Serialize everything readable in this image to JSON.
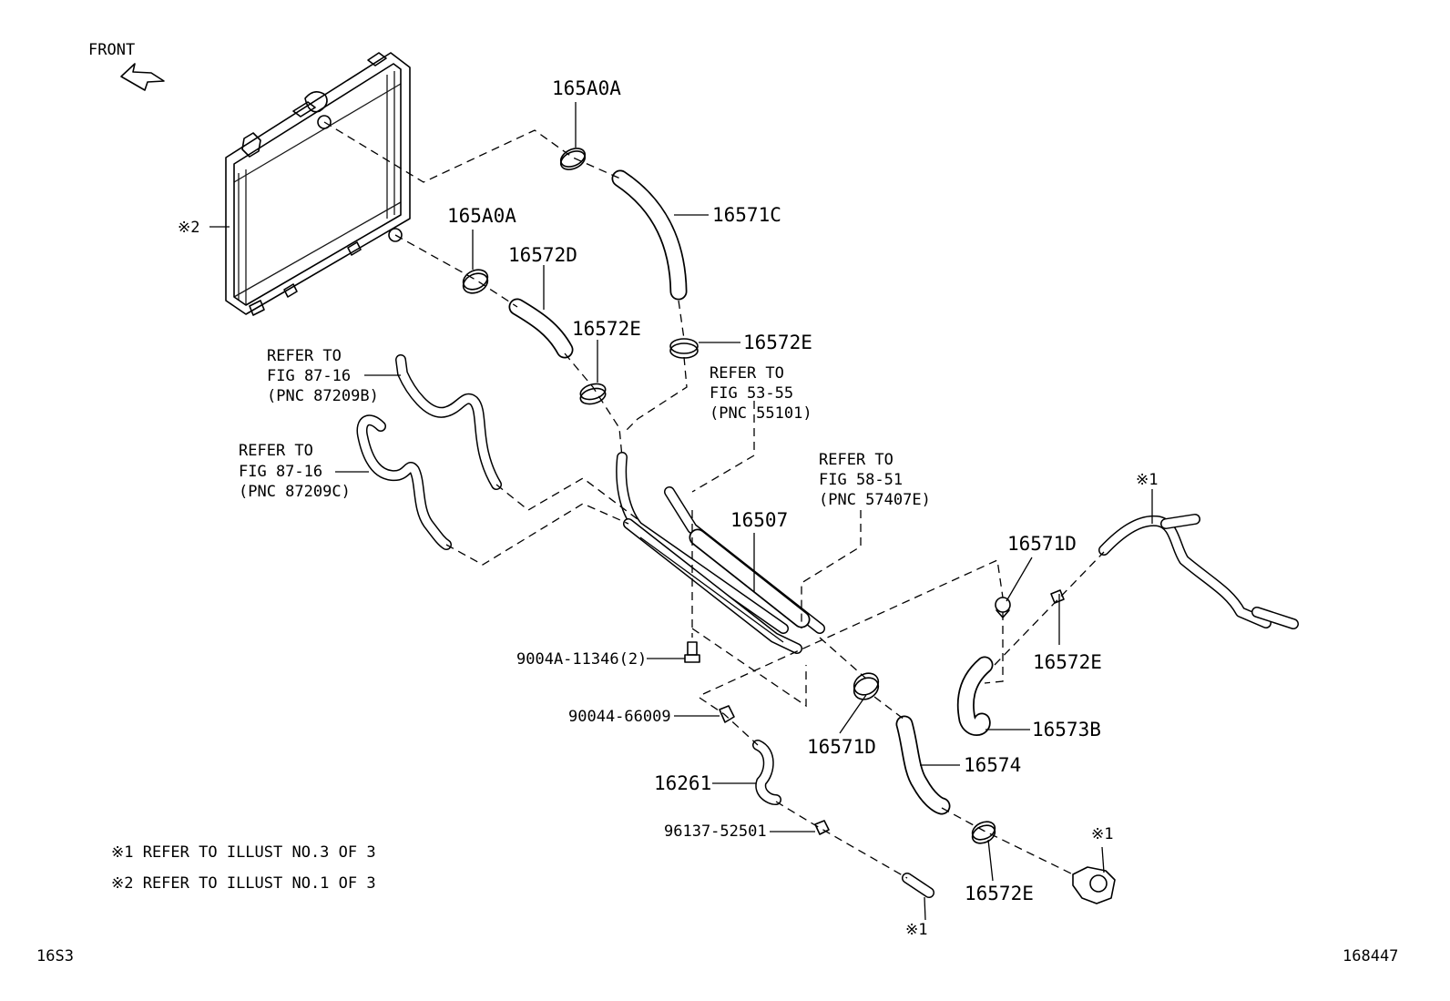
{
  "diagram": {
    "front_label": "FRONT",
    "parts": {
      "p165a0a_top": "165A0A",
      "p165a0a_mid": "165A0A",
      "p16571c": "16571C",
      "p16572d": "16572D",
      "p16572e_a": "16572E",
      "p16572e_b": "16572E",
      "p16507": "16507",
      "p16571d_right": "16571D",
      "p16572e_right": "16572E",
      "p16573b": "16573B",
      "p16571d_low": "16571D",
      "p16574": "16574",
      "p16261": "16261",
      "p16572e_bottom": "16572E",
      "bolt": "9004A-11346(2)",
      "clip": "90044-66009",
      "plug": "96137-52501",
      "radiator_ref": "※2",
      "pipe_ref": "※1",
      "outlet_ref": "※1",
      "sensor_ref": "※1"
    },
    "refs": {
      "r87209b": [
        "REFER TO",
        "FIG 87-16",
        "(PNC 87209B)"
      ],
      "r87209c": [
        "REFER TO",
        "FIG 87-16",
        "(PNC 87209C)"
      ],
      "r55101": [
        "REFER TO",
        "FIG 53-55",
        "(PNC 55101)"
      ],
      "r57407e": [
        "REFER TO",
        "FIG 58-51",
        "(PNC 57407E)"
      ]
    },
    "notes": {
      "note1": "※1 REFER TO ILLUST NO.3 OF 3",
      "note2": "※2 REFER TO ILLUST NO.1 OF 3"
    },
    "footer": {
      "left_code": "16S3",
      "right_code": "168447"
    }
  }
}
